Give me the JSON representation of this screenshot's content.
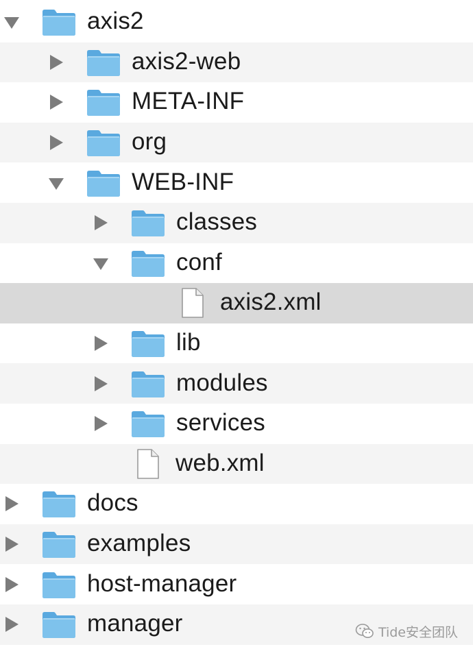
{
  "tree": {
    "rows": [
      {
        "id": "axis2",
        "label": "axis2",
        "type": "folder",
        "depth": 0,
        "state": "expanded"
      },
      {
        "id": "axis2-web",
        "label": "axis2-web",
        "type": "folder",
        "depth": 1,
        "state": "collapsed"
      },
      {
        "id": "meta-inf",
        "label": "META-INF",
        "type": "folder",
        "depth": 1,
        "state": "collapsed"
      },
      {
        "id": "org",
        "label": "org",
        "type": "folder",
        "depth": 1,
        "state": "collapsed"
      },
      {
        "id": "web-inf",
        "label": "WEB-INF",
        "type": "folder",
        "depth": 1,
        "state": "expanded"
      },
      {
        "id": "classes",
        "label": "classes",
        "type": "folder",
        "depth": 2,
        "state": "collapsed"
      },
      {
        "id": "conf",
        "label": "conf",
        "type": "folder",
        "depth": 2,
        "state": "expanded"
      },
      {
        "id": "axis2-xml",
        "label": "axis2.xml",
        "type": "file",
        "depth": 3,
        "state": "none",
        "selected": true
      },
      {
        "id": "lib",
        "label": "lib",
        "type": "folder",
        "depth": 2,
        "state": "collapsed"
      },
      {
        "id": "modules",
        "label": "modules",
        "type": "folder",
        "depth": 2,
        "state": "collapsed"
      },
      {
        "id": "services",
        "label": "services",
        "type": "folder",
        "depth": 2,
        "state": "collapsed"
      },
      {
        "id": "web-xml",
        "label": "web.xml",
        "type": "file",
        "depth": 2,
        "state": "none"
      },
      {
        "id": "docs",
        "label": "docs",
        "type": "folder",
        "depth": 0,
        "state": "collapsed"
      },
      {
        "id": "examples",
        "label": "examples",
        "type": "folder",
        "depth": 0,
        "state": "collapsed"
      },
      {
        "id": "host-manager",
        "label": "host-manager",
        "type": "folder",
        "depth": 0,
        "state": "collapsed"
      },
      {
        "id": "manager",
        "label": "manager",
        "type": "folder",
        "depth": 0,
        "state": "collapsed"
      }
    ]
  },
  "watermark": {
    "text": "Tide安全团队",
    "icon": "wechat-icon"
  },
  "colors": {
    "folder_fill": "#7ec2ec",
    "folder_tab": "#5aa9df",
    "selected_row": "#d9d9d9",
    "alternate_row": "#f4f4f4",
    "disclosure_triangle": "#7c7c7c",
    "label_text": "#1b1b1b"
  }
}
